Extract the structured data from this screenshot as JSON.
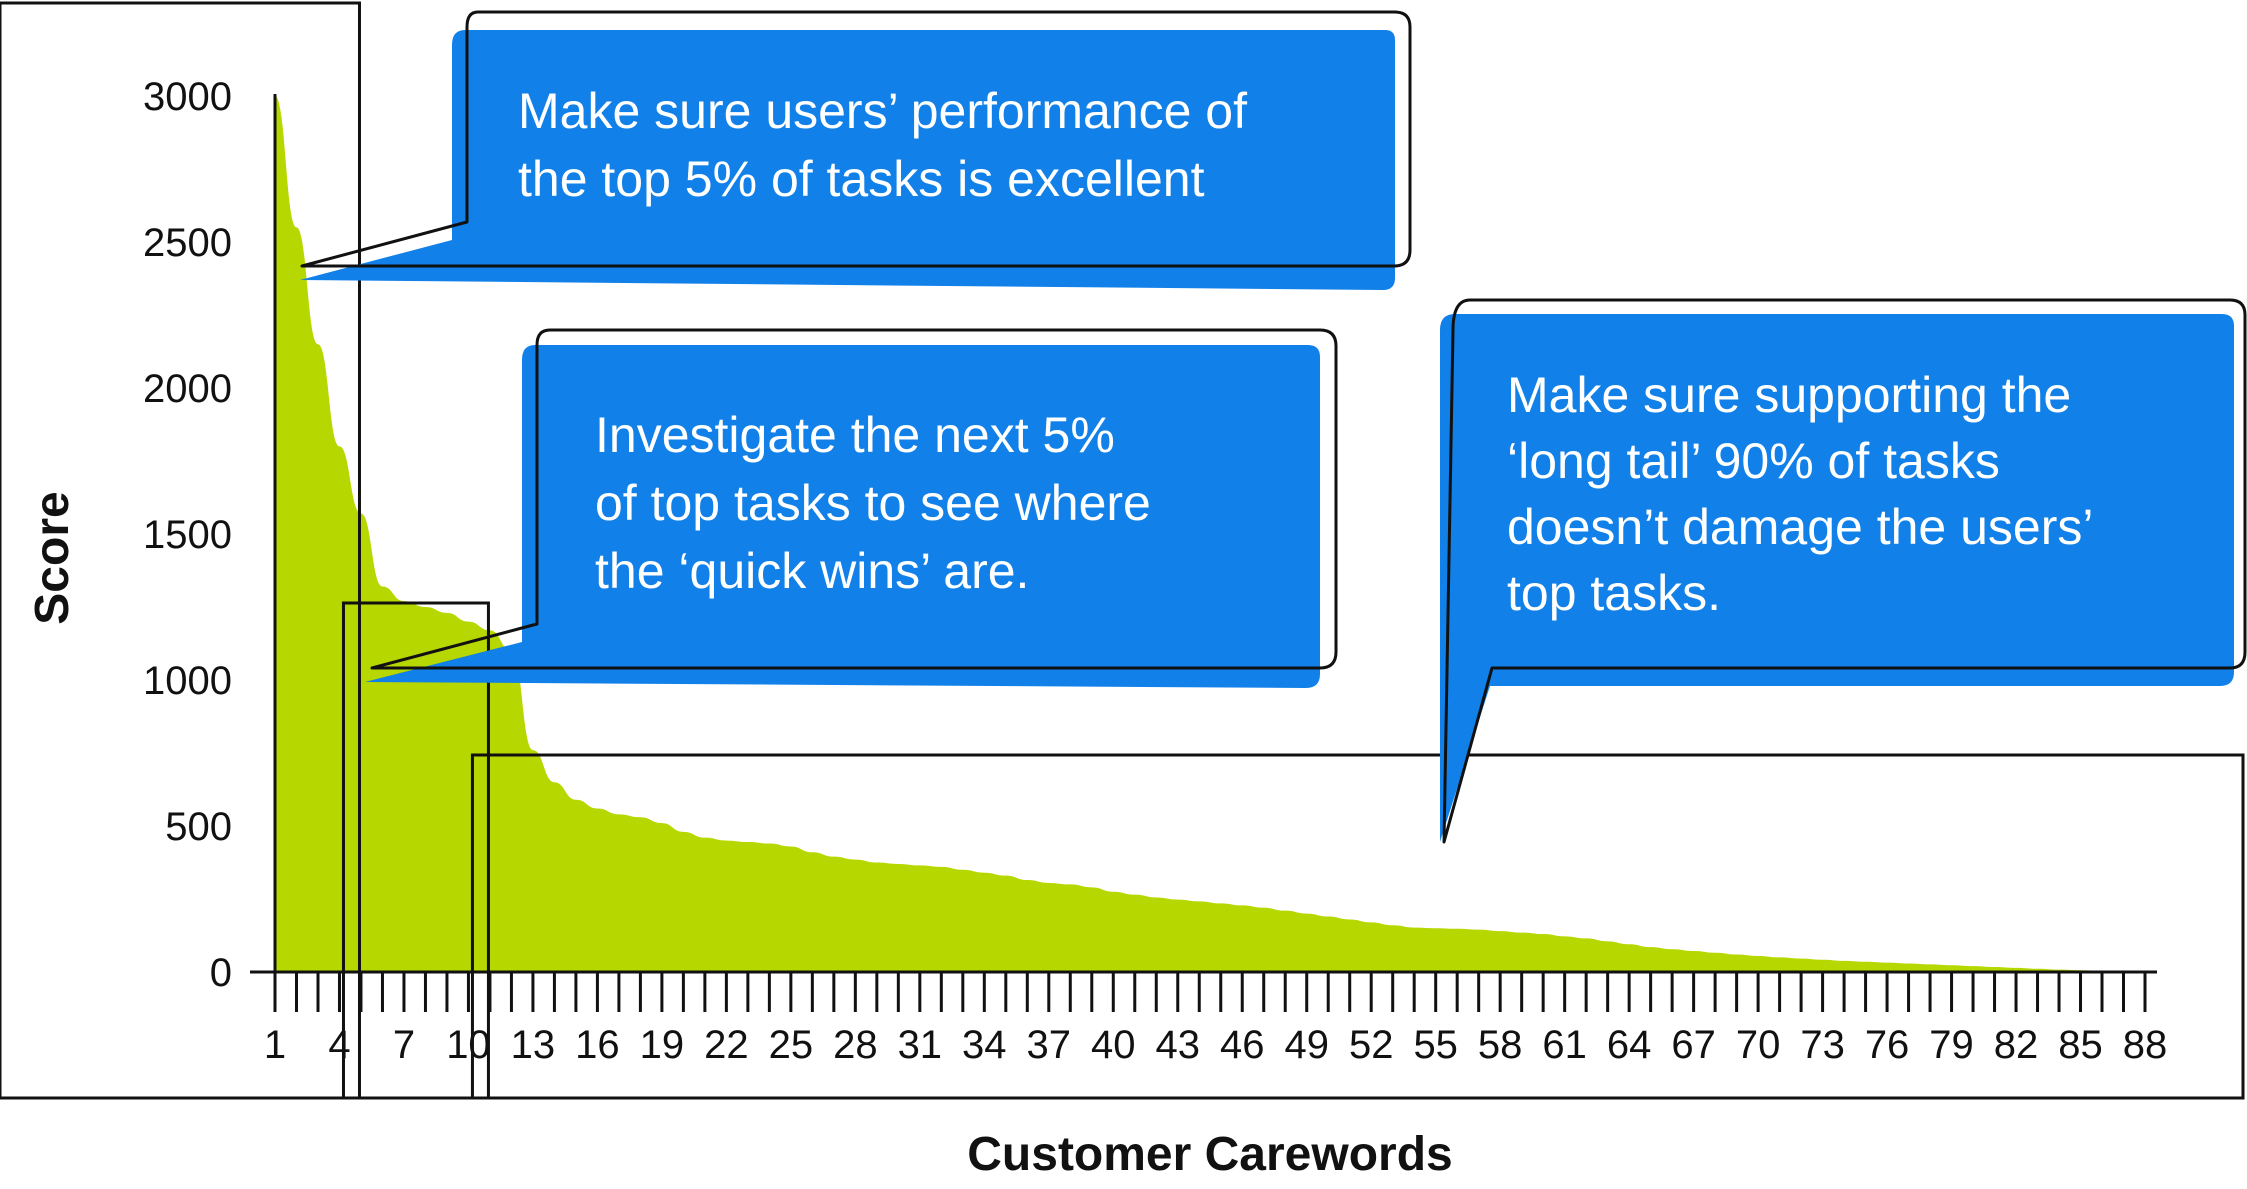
{
  "chart_data": {
    "type": "area",
    "title": "",
    "xlabel": "Customer Carewords",
    "ylabel": "Score",
    "ylim": [
      0,
      3000
    ],
    "xlim": [
      1,
      88
    ],
    "y_ticks": [
      0,
      500,
      1000,
      1500,
      2000,
      2500,
      3000
    ],
    "x_tick_labels": [
      1,
      4,
      7,
      10,
      13,
      16,
      19,
      22,
      25,
      28,
      31,
      34,
      37,
      40,
      43,
      46,
      49,
      52,
      55,
      58,
      61,
      64,
      67,
      70,
      73,
      76,
      79,
      82,
      85,
      88
    ],
    "grid": false,
    "series": [
      {
        "x": [
          1,
          2,
          3,
          4,
          5,
          6,
          7,
          8,
          9,
          10,
          11,
          12,
          13,
          14,
          15,
          16,
          17,
          18,
          19,
          20,
          21,
          22,
          23,
          24,
          25,
          26,
          27,
          28,
          29,
          30,
          31,
          32,
          33,
          34,
          35,
          36,
          37,
          38,
          39,
          40,
          41,
          42,
          43,
          44,
          45,
          46,
          47,
          48,
          49,
          50,
          51,
          52,
          53,
          54,
          55,
          56,
          57,
          58,
          59,
          60,
          61,
          62,
          63,
          64,
          65,
          66,
          67,
          68,
          69,
          70,
          71,
          72,
          73,
          74,
          75,
          76,
          77,
          78,
          79,
          80,
          81,
          82,
          83,
          84,
          85,
          86,
          87,
          88
        ],
        "values": [
          3000,
          2550,
          2150,
          1800,
          1570,
          1320,
          1270,
          1250,
          1230,
          1200,
          1170,
          1100,
          760,
          650,
          590,
          560,
          540,
          530,
          510,
          480,
          460,
          450,
          445,
          440,
          430,
          410,
          395,
          385,
          375,
          370,
          365,
          360,
          350,
          340,
          330,
          315,
          305,
          300,
          290,
          275,
          265,
          255,
          248,
          242,
          235,
          228,
          220,
          210,
          200,
          190,
          180,
          170,
          160,
          152,
          150,
          148,
          145,
          140,
          135,
          130,
          122,
          115,
          105,
          95,
          85,
          78,
          72,
          66,
          60,
          55,
          50,
          46,
          42,
          38,
          35,
          32,
          29,
          26,
          23,
          20,
          17,
          14,
          11,
          8,
          6,
          4,
          2,
          0
        ],
        "color": "#b6d700"
      }
    ],
    "highlight_ranges": [
      {
        "from": 1,
        "to": 4
      },
      {
        "from": 4,
        "to": 10
      },
      {
        "from": 10,
        "to": 88
      }
    ],
    "annotations": [
      {
        "lines": [
          "Make sure users’ performance of",
          "the top 5% of tasks is excellent"
        ]
      },
      {
        "lines": [
          "Investigate the next 5%",
          "of top tasks to see where",
          "the ‘quick wins’ are."
        ]
      },
      {
        "lines": [
          "Make sure supporting the",
          "‘long tail’ 90% of tasks",
          "doesn’t damage the users’",
          "top tasks."
        ]
      }
    ]
  },
  "colors": {
    "area": "#b6d700",
    "callout": "#1180e8",
    "outline": "#111111"
  }
}
